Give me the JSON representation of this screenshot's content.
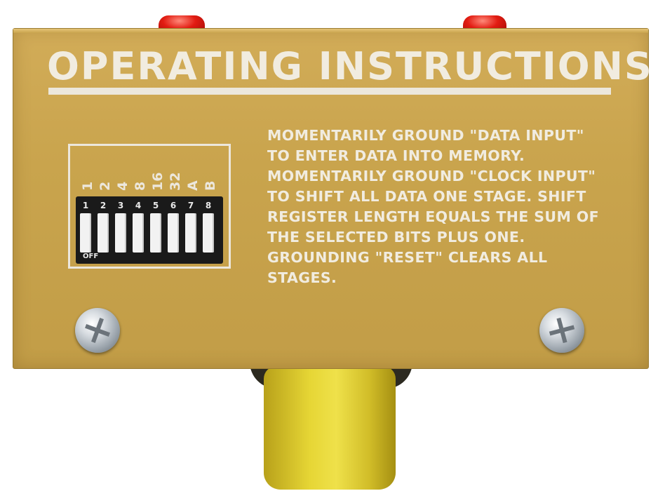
{
  "panel": {
    "title": "OPERATING INSTRUCTIONS",
    "instructions": [
      "MOMENTARILY GROUND \"DATA INPUT\"",
      "TO ENTER DATA INTO MEMORY.",
      "MOMENTARILY GROUND \"CLOCK INPUT\"",
      "TO SHIFT ALL DATA ONE STAGE. SHIFT",
      "REGISTER LENGTH EQUALS THE SUM OF",
      "THE SELECTED BITS PLUS ONE.",
      "GROUNDING \"RESET\" CLEARS ALL",
      "STAGES."
    ]
  },
  "dip": {
    "bit_labels": [
      "1",
      "2",
      "4",
      "8",
      "16",
      "32",
      "A",
      "B"
    ],
    "positions": [
      "1",
      "2",
      "3",
      "4",
      "5",
      "6",
      "7",
      "8"
    ],
    "off_label": "OFF"
  },
  "colors": {
    "panel_gold": "#c9a44d",
    "text_cream": "#f1ece0",
    "led_red": "#e21c12",
    "knob_yellow": "#e6d635"
  }
}
